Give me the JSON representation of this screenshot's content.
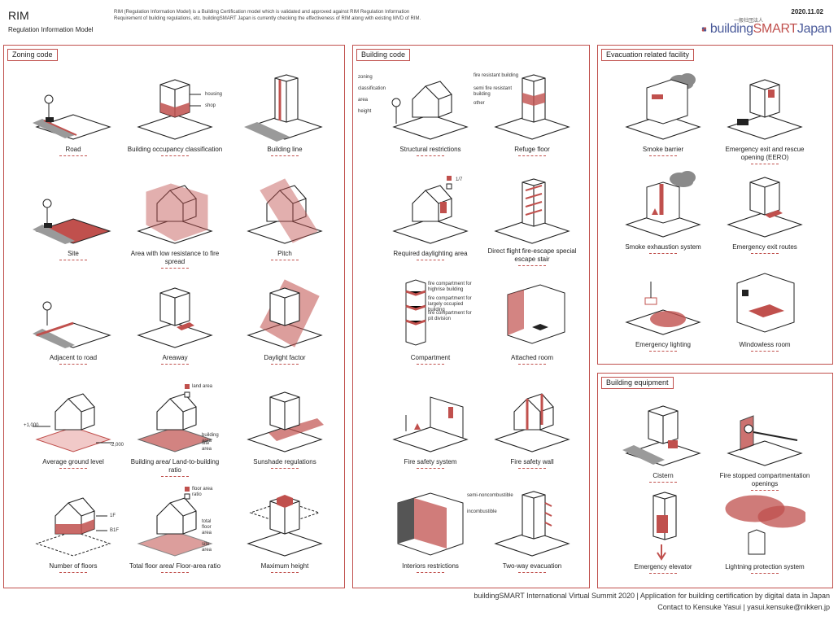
{
  "header": {
    "title": "RIM",
    "subtitle": "Regulation Information Model",
    "description": "RIM (Regulation Information Model) is a Building Certification model which is validated and approved against RIM Regulation Information Requirement of building regulations, etc. buildingSMART Japan is currently checking the effectiveness of RIM along with existing MVD of RIM.",
    "date": "2020.11.02",
    "logo_small": "一般社団法人",
    "logo_text_1": "building",
    "logo_text_2": "SMART",
    "logo_text_3": "Japan"
  },
  "panels": {
    "zoning": {
      "title": "Zoning code",
      "items": [
        "Road",
        "Building occupancy classification",
        "Building line",
        "Site",
        "Area with low resistance to fire spread",
        "Pitch",
        "Adjacent to road",
        "Areaway",
        "Daylight factor",
        "Average ground level",
        "Building area/ Land-to-building ratio",
        "Sunshade regulations",
        "Number of floors",
        "Total floor area/ Floor-area ratio",
        "Maximum height"
      ]
    },
    "building": {
      "title": "Building code",
      "items": [
        "Structural restrictions",
        "Refuge floor",
        "Required daylighting area",
        "Direct flight fire-escape special escape stair",
        "Compartment",
        "Attached room",
        "Fire safety system",
        "Fire safety wall",
        "Interiors restrictions",
        "Two-way evacuation"
      ]
    },
    "evacuation": {
      "title": "Evacuation related facility",
      "items": [
        "Smoke barrier",
        "Emergency exit and rescue opening (EERO)",
        "Smoke exhaustion system",
        "Emergency exit routes",
        "Emergency lighting",
        "Windowless room"
      ]
    },
    "equipment": {
      "title": "Building equipment",
      "items": [
        "Cistern",
        "Fire stopped compartmentation openings",
        "Emergency elevator",
        "Lightning protection system"
      ]
    }
  },
  "annotations": {
    "housing": "housing",
    "shop": "shop",
    "zoning": "zoning",
    "classification": "classification",
    "area": "area",
    "height": "height",
    "fire_resistant": "fire resistant building",
    "semi_fire": "semi fire resistant building",
    "other": "other",
    "fraction": "1/7",
    "comp1": "fire compartment for highrise building",
    "comp2": "fire compartment for largely occupied building",
    "comp3": "fire compartment for pit division",
    "noncomb": "semi-noncombustible",
    "incomb": "incombustible",
    "land_area": "land area",
    "building_area": "building area",
    "site_area": "site area",
    "floor_ratio": "floor area ratio",
    "total_floor": "total floor area",
    "plus": "+1,000",
    "minus": "-2,000",
    "one_f": "1F",
    "b_one_f": "B1F"
  },
  "footer": {
    "line1": "buildingSMART International  Virtual Summit 2020 | Application for building certification by digital data in Japan",
    "line2": "Contact to Kensuke Yasui  |  yasui.kensuke@nikken.jp"
  },
  "colors": {
    "accent": "#c0504d",
    "line": "#222222",
    "gray": "#9a9a9a"
  }
}
